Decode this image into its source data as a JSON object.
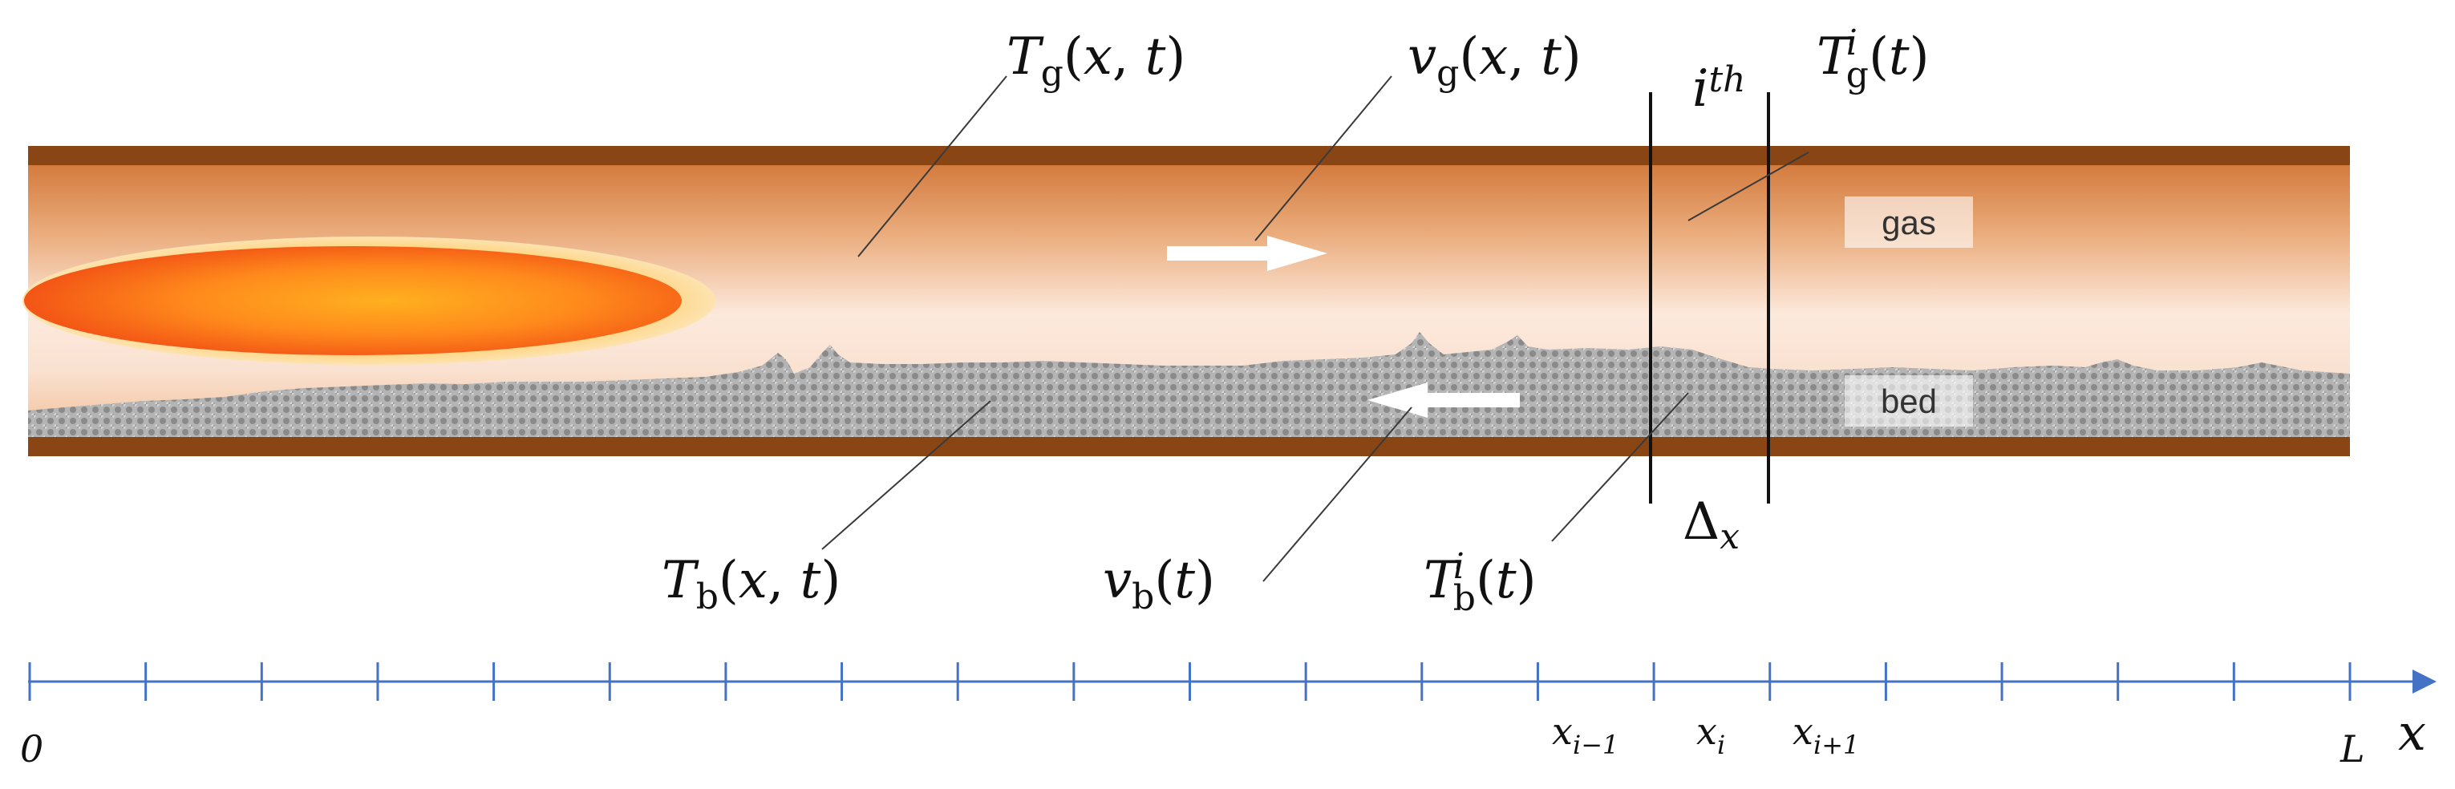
{
  "labels": {
    "gas": "gas",
    "bed": "bed",
    "ith": "th"
  },
  "axis": {
    "origin": "0",
    "end": "L",
    "var": "x",
    "ticks": [
      "x",
      "x",
      "x"
    ],
    "tick_subs": [
      "i−1",
      "i",
      "i+1"
    ]
  },
  "colors": {
    "wall": "#8a4514",
    "gas_edge": "#d8884e",
    "gas_center": "#fbe6d8",
    "bed": "#a9a9a9",
    "axis": "#4472c4"
  },
  "icons": [
    "gas-flow-arrow",
    "bed-flow-arrow",
    "flame-zone"
  ]
}
